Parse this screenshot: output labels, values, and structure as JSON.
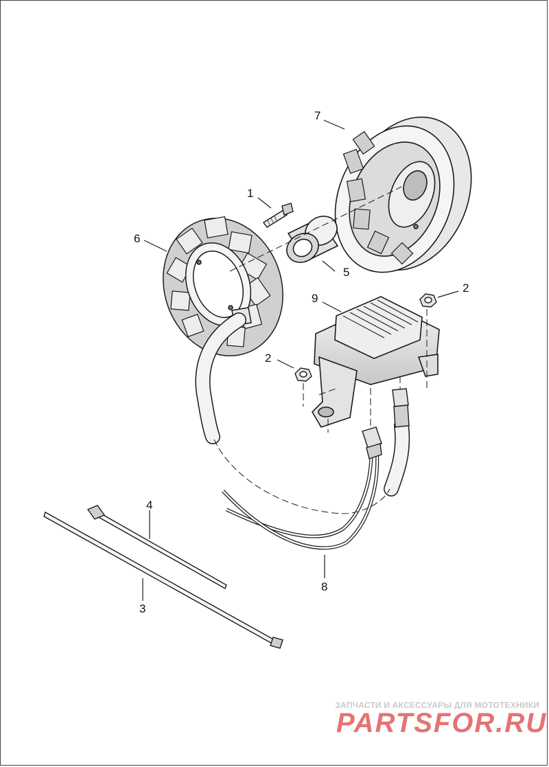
{
  "callouts": [
    {
      "id": "1",
      "label": "1"
    },
    {
      "id": "2a",
      "label": "2"
    },
    {
      "id": "2b",
      "label": "2"
    },
    {
      "id": "3",
      "label": "3"
    },
    {
      "id": "4",
      "label": "4"
    },
    {
      "id": "5",
      "label": "5"
    },
    {
      "id": "6",
      "label": "6"
    },
    {
      "id": "7",
      "label": "7"
    },
    {
      "id": "8",
      "label": "8"
    },
    {
      "id": "9",
      "label": "9"
    }
  ],
  "watermark": {
    "caption": "ЗАПЧАСТИ И АКСЕССУАРЫ ДЛЯ МОТОТЕХНИКИ",
    "logo_text": "PARTSFOR.RU",
    "logo_color": "#e05a5a",
    "caption_color": "#c9c9c9"
  },
  "colors": {
    "line": "#1a1a1a",
    "fill_light": "#f2f2f2",
    "fill_mid": "#d9d9d9",
    "fill_dark": "#9a9a9a"
  }
}
